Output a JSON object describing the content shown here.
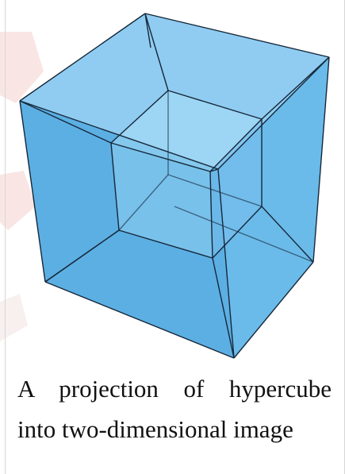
{
  "figure": {
    "image_name": "tesseract-projection",
    "caption_line_1": "A projection of hypercube",
    "caption_line_2": "into two-dimensional image"
  },
  "colors": {
    "cube_fill": "#5aaee3",
    "cube_edge": "#1a2c3a",
    "watermark": "#f4d3d0"
  }
}
